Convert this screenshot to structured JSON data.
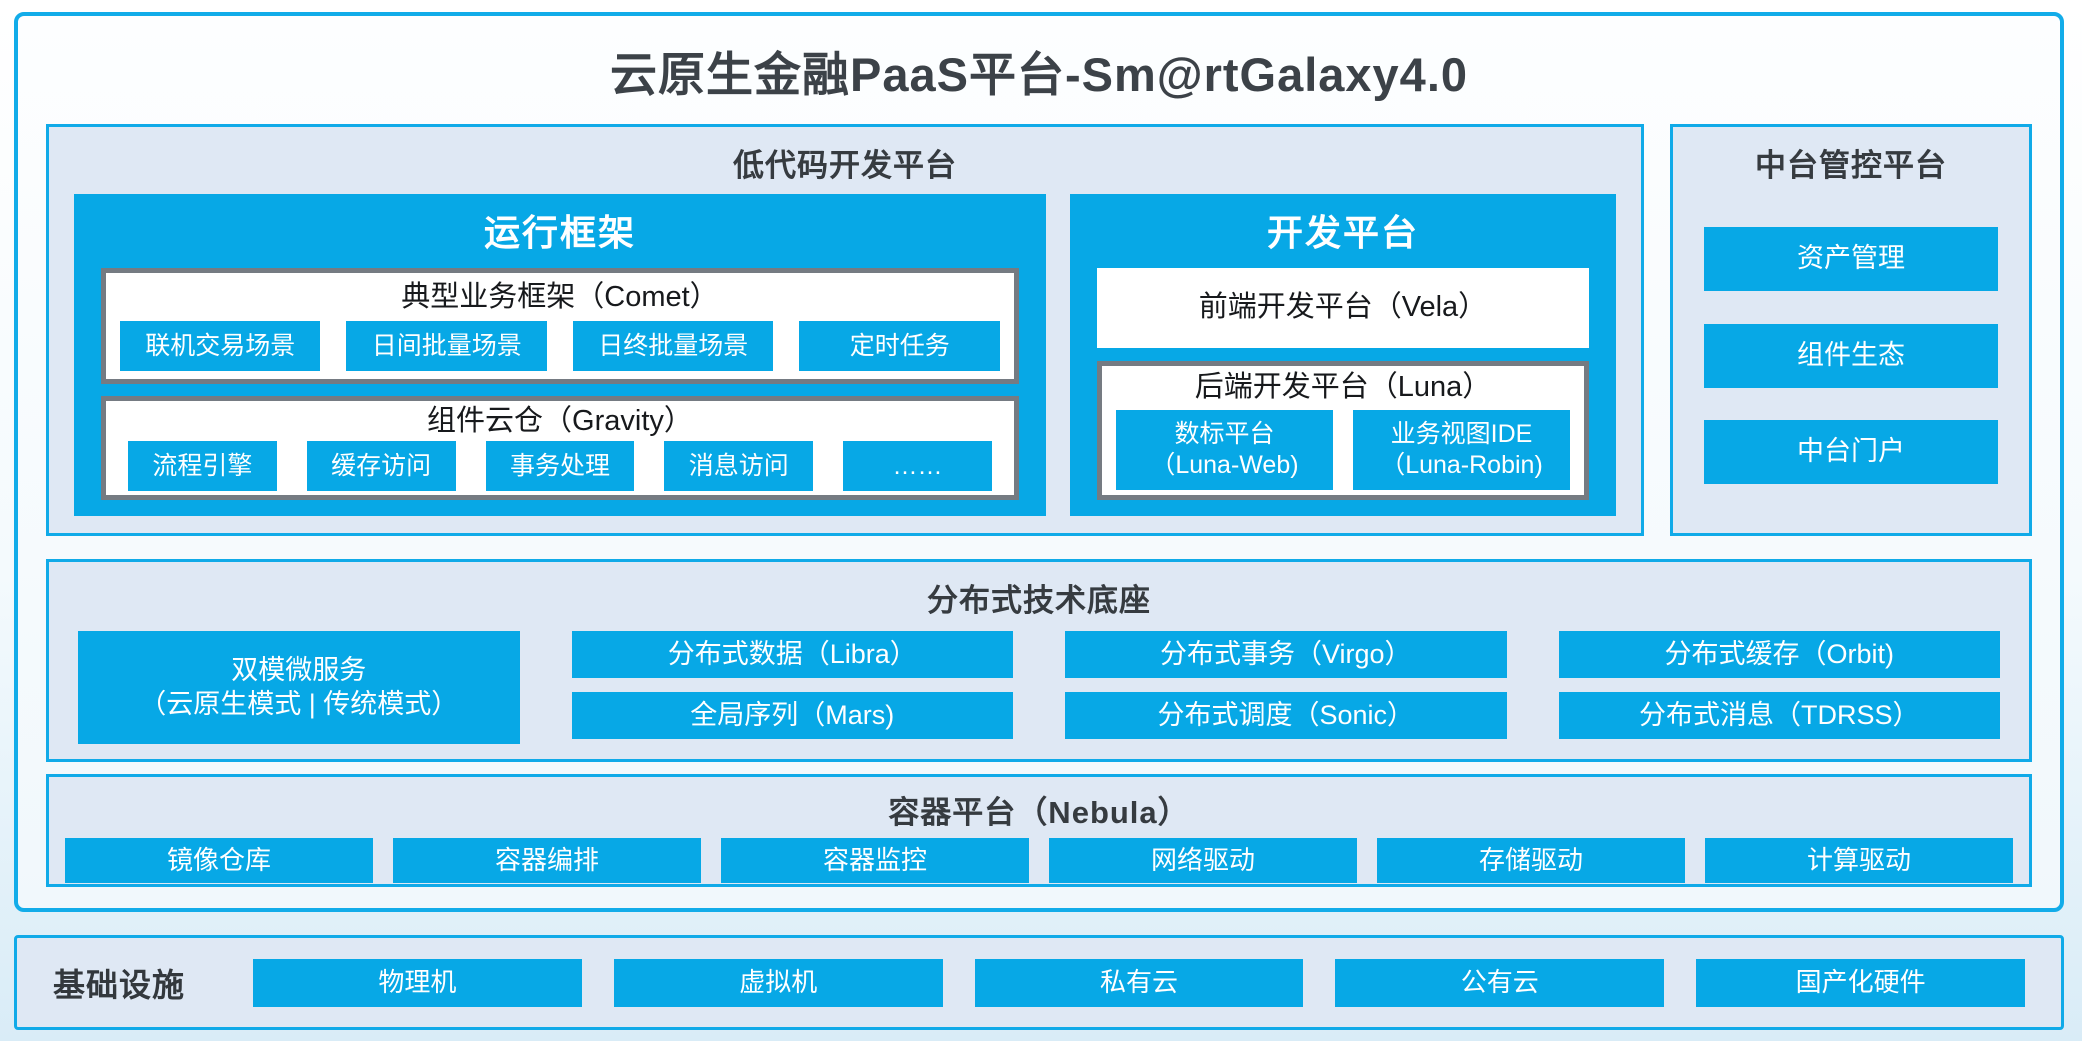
{
  "title": "云原生金融PaaS平台-Sm@rtGalaxy4.0",
  "colors": {
    "primary_blue": "#07a8e6",
    "border_blue": "#12ace9",
    "panel_bg": "#dfe8f4",
    "box_border_gray": "#757b82",
    "dark_text": "#3c4248"
  },
  "low_code": {
    "header": "低代码开发平台",
    "runtime": {
      "header": "运行框架",
      "comet": {
        "title": "典型业务框架（Comet）",
        "items": [
          "联机交易场景",
          "日间批量场景",
          "日终批量场景",
          "定时任务"
        ]
      },
      "gravity": {
        "title": "组件云仓（Gravity）",
        "items": [
          "流程引擎",
          "缓存访问",
          "事务处理",
          "消息访问",
          "……"
        ]
      }
    },
    "dev": {
      "header": "开发平台",
      "vela": "前端开发平台（Vela）",
      "luna": {
        "title": "后端开发平台（Luna）",
        "items": [
          {
            "line1": "数标平台",
            "line2": "（Luna-Web)"
          },
          {
            "line1": "业务视图IDE",
            "line2": "（Luna-Robin)"
          }
        ]
      }
    }
  },
  "mid_platform": {
    "header": "中台管控平台",
    "items": [
      "资产管理",
      "组件生态",
      "中台门户"
    ]
  },
  "distributed": {
    "header": "分布式技术底座",
    "dual_mode": {
      "line1": "双模微服务",
      "line2": "（云原生模式 | 传统模式）"
    },
    "columns": [
      [
        "分布式数据（Libra）",
        "全局序列（Mars)"
      ],
      [
        "分布式事务（Virgo）",
        "分布式调度（Sonic）"
      ],
      [
        "分布式缓存（Orbit)",
        "分布式消息（TDRSS）"
      ]
    ]
  },
  "container_platform": {
    "header": "容器平台（Nebula）",
    "items": [
      "镜像仓库",
      "容器编排",
      "容器监控",
      "网络驱动",
      "存储驱动",
      "计算驱动"
    ]
  },
  "infrastructure": {
    "header": "基础设施",
    "items": [
      "物理机",
      "虚拟机",
      "私有云",
      "公有云",
      "国产化硬件"
    ]
  }
}
